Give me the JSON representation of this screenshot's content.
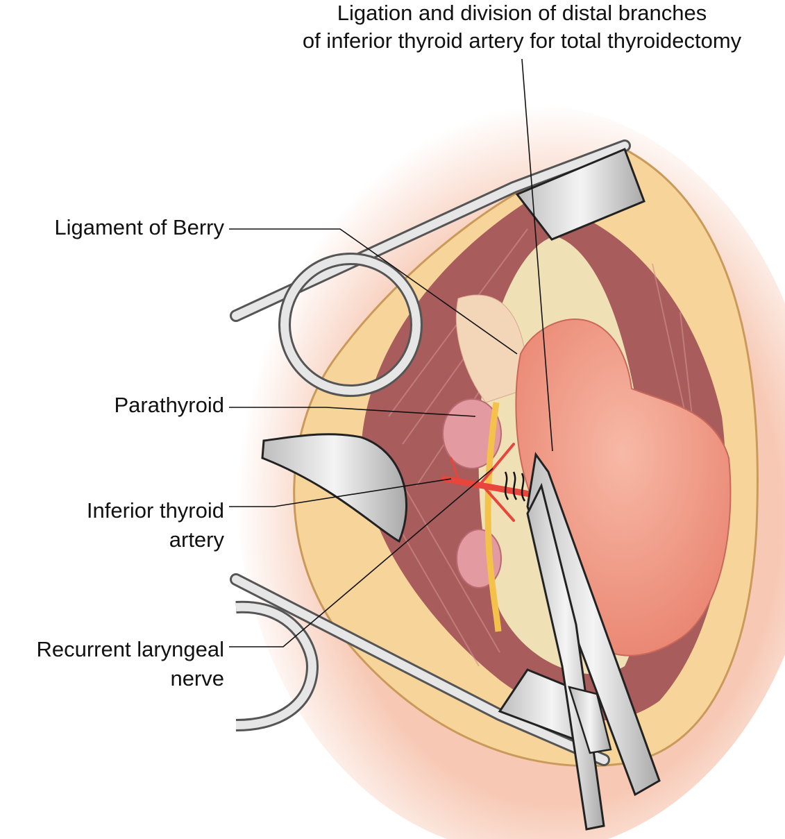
{
  "title": {
    "line1": "Ligation and division of distal branches",
    "line2": "of inferior thyroid artery for total thyroidectomy"
  },
  "labels": {
    "ligament": "Ligament of Berry",
    "parathyroid": "Parathyroid",
    "inferior_artery_line1": "Inferior thyroid",
    "inferior_artery_line2": "artery",
    "nerve_line1": "Recurrent laryngeal",
    "nerve_line2": "nerve"
  },
  "colors": {
    "fat": "#f7d49a",
    "muscle": "#b86a6a",
    "thyroid": "#f2a08e",
    "artery": "#e8453c",
    "nerve": "#f4c24a",
    "steel": "#d8d8d8"
  }
}
